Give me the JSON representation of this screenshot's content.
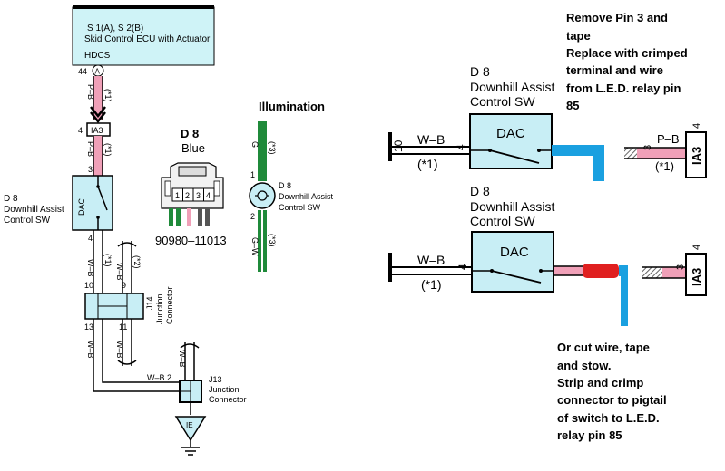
{
  "ecu": {
    "line1": "S 1(A), S 2(B)",
    "line2": "Skid Control ECU with Actuator",
    "line3": "HDCS",
    "pin": "44",
    "pin_letter": "A"
  },
  "left_diagram": {
    "wire_pb_1": "P–B",
    "tag_1": "(*1)",
    "connector_ia3_pin": "4",
    "connector_ia3": "IA3",
    "wire_pb_2": "P–B",
    "tag_2": "(*1)",
    "dac_pin_top": "3",
    "dac_label": "DAC",
    "switch_id": "D 8",
    "switch_name_1": "Downhill Assist",
    "switch_name_2": "Control SW",
    "dac_pin_bottom": "4",
    "wire_wb_1": "W–B",
    "tag_3": "(*1)",
    "wire_wb_2": "W–B",
    "tag_4": "(*2)",
    "j14_pin_10": "10",
    "j14_pin_9": "9",
    "j14_label_1": "J14",
    "j14_label_2": "Junction",
    "j14_label_3": "Connector",
    "j14_pin_13": "13",
    "j14_pin_11": "11",
    "wire_wb_3": "W–B",
    "wire_wb_4": "W–B",
    "wire_wb_5": "W–B",
    "j13_wire": "W–B 2",
    "j13_label_1": "J13",
    "j13_label_2": "Junction",
    "j13_label_3": "Connector",
    "ground": "IE"
  },
  "connector_view": {
    "id": "D 8",
    "color": "Blue",
    "pins": [
      "1",
      "2",
      "3",
      "4"
    ],
    "part_number": "90980–11013"
  },
  "illumination": {
    "title": "Illumination",
    "wire_g": "G",
    "tag_g": "(*3)",
    "pin_1": "1",
    "pin_2": "2",
    "id": "D 8",
    "name_1": "Downhill Assist",
    "name_2": "Control SW",
    "wire_gw": "G–W",
    "tag_gw": "(*3)"
  },
  "right_top": {
    "note_lines": [
      "Remove Pin 3 and",
      "tape",
      "Replace with crimped",
      "terminal and wire",
      "from L.E.D. relay pin",
      "85"
    ],
    "id": "D 8",
    "name_1": "Downhill Assist",
    "name_2": "Control SW",
    "pin_10": "10",
    "wire_wb": "W–B",
    "pin_4": "4",
    "tag": "(*1)",
    "dac": "DAC",
    "wire_pb": "P–B",
    "pin_3": "3",
    "tag_pb": "(*1)",
    "ia3_pin": "4",
    "ia3": "IA3"
  },
  "right_bottom": {
    "id": "D 8",
    "name_1": "Downhill Assist",
    "name_2": "Control SW",
    "wire_wb": "W–B",
    "pin_4": "4",
    "tag": "(*1)",
    "dac": "DAC",
    "ia3_pin_4": "4",
    "ia3_pin_3": "3",
    "ia3": "IA3",
    "note_lines": [
      "Or cut wire, tape",
      "and stow.",
      "Strip and crimp",
      "connector to pigtail",
      "of switch to L.E.D.",
      "relay pin 85"
    ]
  },
  "colors": {
    "ecu_fill": "#cff3f7",
    "dac_fill": "#c8eef5",
    "pink": "#f0a0b8",
    "green": "#1f8a3a",
    "blue_wire": "#1aa0e0",
    "red_splice": "#e02020"
  }
}
